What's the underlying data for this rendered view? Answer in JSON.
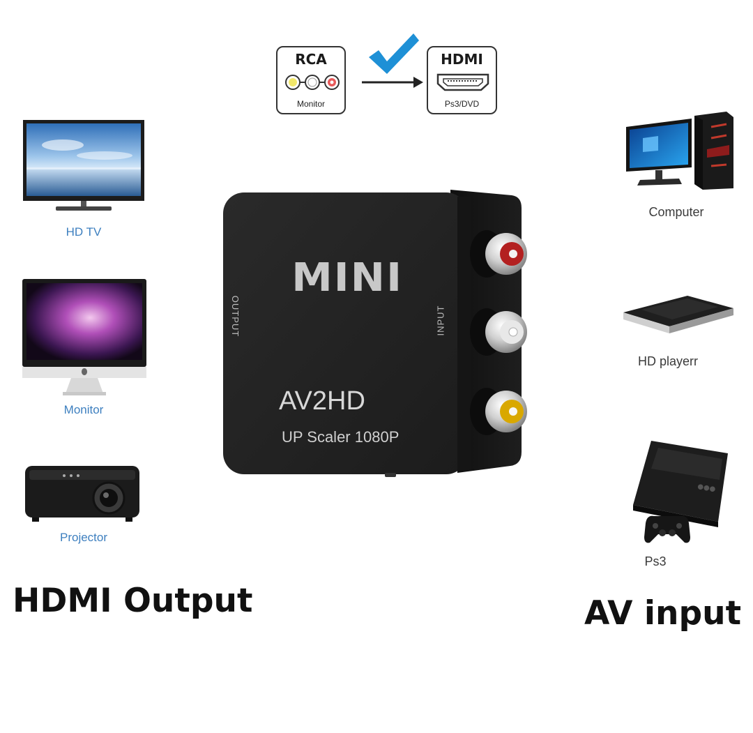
{
  "conversion": {
    "from_title": "RCA",
    "from_sub": "Monitor",
    "to_title": "HDMI",
    "to_sub": "Ps3/DVD"
  },
  "product": {
    "brand": "MINI",
    "model": "AV2HD",
    "spec": "UP Scaler 1080P",
    "output_port": "OUTPUT",
    "input_port": "INPUT"
  },
  "output_devices": [
    {
      "label": "HD TV"
    },
    {
      "label": "Monitor"
    },
    {
      "label": "Projector"
    }
  ],
  "input_devices": [
    {
      "label": "Computer"
    },
    {
      "label": "HD playerr"
    },
    {
      "label": "Ps3"
    }
  ],
  "captions": {
    "left": "HDMI Output",
    "right": "AV input"
  },
  "colors": {
    "blue_label": "#3d7fbf",
    "check": "#1e90d6",
    "rca_red": "#c0392b",
    "rca_white": "#e8e8e8",
    "rca_yellow": "#e6b800"
  }
}
